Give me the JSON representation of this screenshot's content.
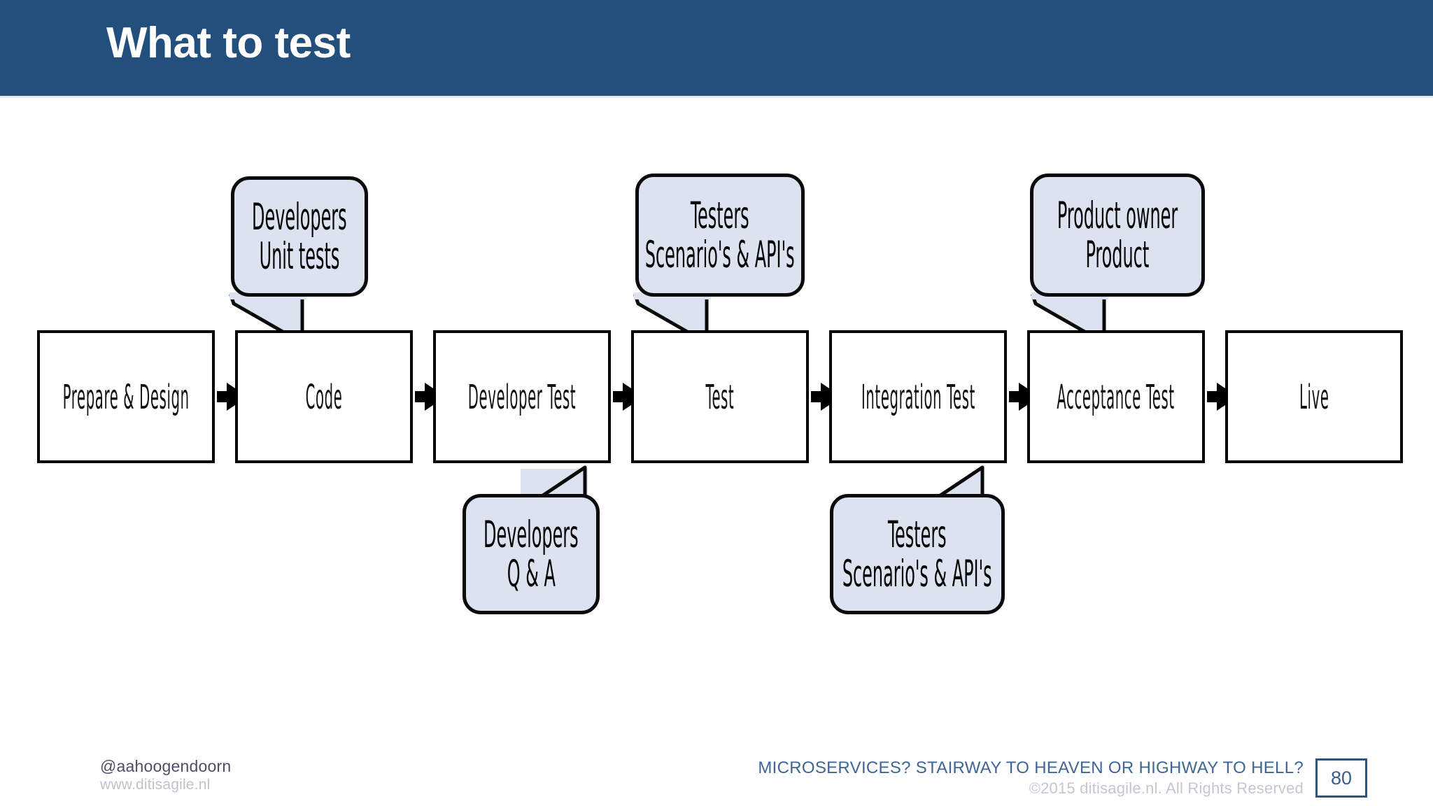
{
  "slide": {
    "title": "What to test",
    "header_color": "#234F7C",
    "bubble_fill": "#DCE2F0",
    "accent_color": "#3F6695"
  },
  "process": {
    "boxes": [
      {
        "label": "Prepare & Design"
      },
      {
        "label": "Code"
      },
      {
        "label": "Developer Test"
      },
      {
        "label": "Test"
      },
      {
        "label": "Integration Test"
      },
      {
        "label": "Acceptance Test"
      },
      {
        "label": "Live"
      }
    ],
    "arrow_count": 6
  },
  "callouts_top": [
    {
      "line1": "Developers",
      "line2": "Unit tests",
      "attached_to": "Code"
    },
    {
      "line1": "Testers",
      "line2": "Scenario's & API's",
      "attached_to": "Test"
    },
    {
      "line1": "Product owner",
      "line2": "Product",
      "attached_to": "Acceptance Test"
    }
  ],
  "callouts_bottom": [
    {
      "line1": "Developers",
      "line2": "Q & A",
      "attached_to": "Developer Test"
    },
    {
      "line1": "Testers",
      "line2": "Scenario's & API's",
      "attached_to": "Integration Test"
    }
  ],
  "footer": {
    "handle": "@aahoogendoorn",
    "website": "www.ditisagile.nl",
    "deck_title": "MICROSERVICES? STAIRWAY TO HEAVEN OR HIGHWAY TO HELL?",
    "copyright": "©2015 ditisagile.nl. All Rights Reserved",
    "page_number": "80"
  }
}
